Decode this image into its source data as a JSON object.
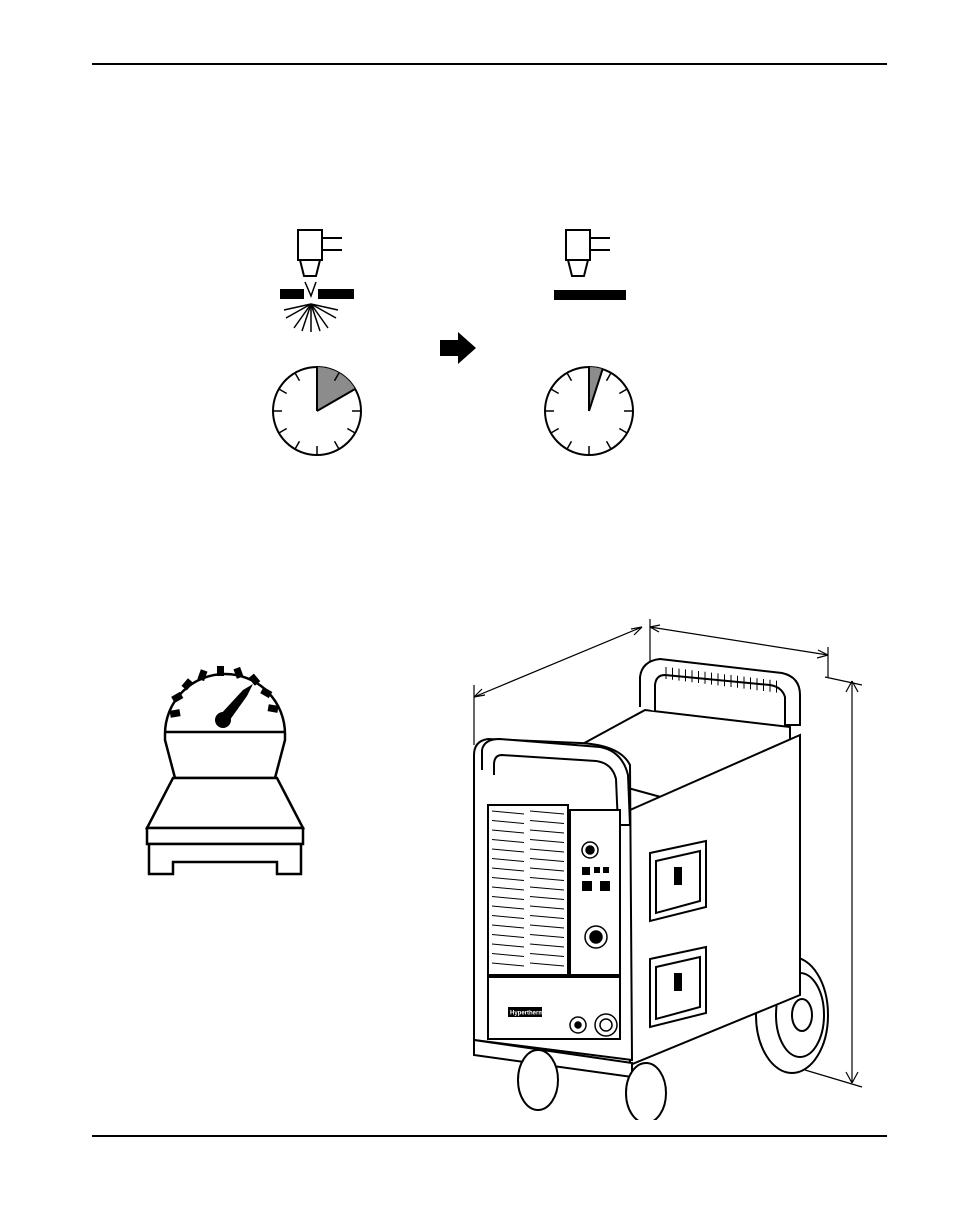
{
  "document": {
    "colors": {
      "ink": "#000000",
      "paper": "#ffffff",
      "shade": "#8c8c8c"
    },
    "duty_cycle_figure": {
      "cutting_clock": {
        "shaded_minutes": 10
      },
      "cooling_clock": {
        "shaded_minutes": 3
      },
      "arrow_icon": "right-arrow-icon"
    },
    "weight_figure": {
      "icon": "scale-icon"
    },
    "power_supply_figure": {
      "brand_label": "Hypertherm",
      "icons": [
        "power-knob-icon",
        "pressure-knob-icon",
        "torch-lead-receptacle-icon",
        "work-lead-receptacle-icon"
      ]
    }
  }
}
